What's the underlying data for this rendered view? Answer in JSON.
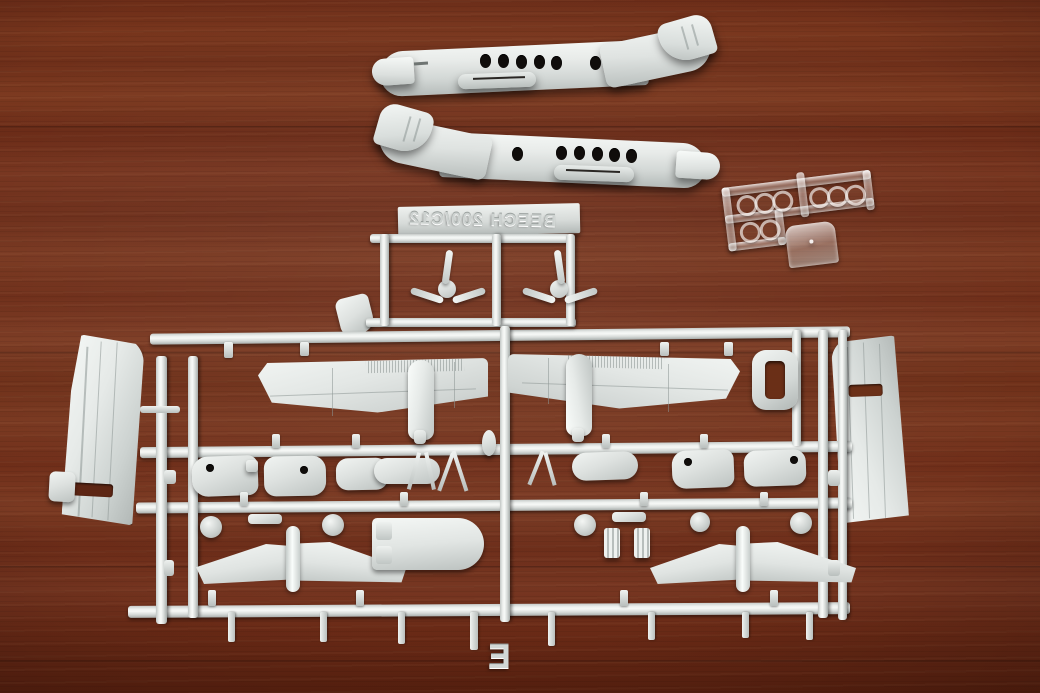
{
  "photo": {
    "subject": "Injection-moulded plastic model aircraft kit sprue",
    "surface": "dark mahogany wooden table",
    "plastic_colour_hex": "#dfe3e1",
    "wood_colour_hex": "#71301a",
    "clear_plastic_colour_hex": "#eef2f2"
  },
  "markings": {
    "sprue_text": "BEECH 200/C12",
    "sprue_text_note": "raised lettering, mirrored/reversed in photo",
    "sprue_letter": "E"
  },
  "parts": {
    "fuselage_upper": "fuselage-half-left",
    "fuselage_lower": "fuselage-half-right",
    "wing_left": "wing-half-left",
    "wing_right": "wing-half-right",
    "fin_left": "vertical-tail-fin-left",
    "fin_right": "vertical-tail-fin-right",
    "stabiliser_left": "horizontal-stabiliser-left",
    "stabiliser_right": "horizontal-stabiliser-right",
    "propeller_left": "three-blade-propeller-left",
    "propeller_right": "three-blade-propeller-right",
    "clear_sprue": "clear-parts-sprue",
    "windscreen": "clear-windscreen",
    "loose_part": "detached-part",
    "door_frame": "door-frame-ring"
  },
  "counts": {
    "fuselage_halves": 2,
    "wing_halves": 2,
    "propellers": 2,
    "tail_fins": 2,
    "horizontal_stabilisers": 2,
    "cabin_windows_per_side": 5,
    "propeller_blades": 3
  }
}
